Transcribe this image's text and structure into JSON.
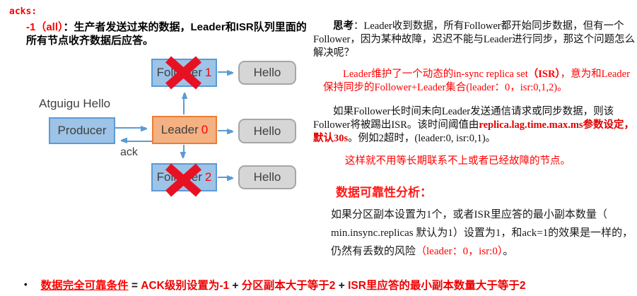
{
  "page": {
    "acks_label": "acks:",
    "heading_prefix": "-1（all）",
    "heading_body": "：生产者发送过来的数据，Leader和ISR队列里面的所有节点收齐数据后应答。"
  },
  "diagram": {
    "message_label": "Atguigu Hello",
    "ack_label": "ack",
    "producer_label": "Producer",
    "leader_label": "Leader",
    "leader_num": "0",
    "follower1_label": "Follower",
    "follower1_num": "1",
    "follower2_label": "Follower",
    "follower2_num": "2",
    "hello_top": "Hello",
    "hello_mid": "Hello",
    "hello_bottom": "Hello"
  },
  "right": {
    "p1_lead": "思考",
    "p1_body": "：Leader收到数据，所有Follower都开始同步数据，但有一个Follower，因为某种故障，迟迟不能与Leader进行同步，那这个问题怎么解决呢？",
    "p2_a": "Leader维护了一个动态的in-sync replica set",
    "p2_b": "（ISR）",
    "p2_c": "，意为和Leader保持同步的Follower+Leader集合(leader：0，isr:0,1,2)。",
    "p3_a": "如果Follower长时间未向Leader发送通信请求或同步数据，则该Follower将被踢出ISR。该时间阈值由",
    "p3_b": "replica.lag.time.max.ms参数设定，默认30s",
    "p3_c": "。例如2超时，(leader:0, isr:0,1)。",
    "p4": "这样就不用等长期联系不上或者已经故障的节点。",
    "analysis_heading": "数据可靠性分析：",
    "p5_a": "如果分区副本设置为1个，或者ISR里应答的最小副本数量（ min.insync.replicas 默认为1）设置为1，和ack=1的效果是一样的，仍然有丢数的风险",
    "p5_b": "（leader：0，isr:0）",
    "p5_c": "。"
  },
  "footer": {
    "bullet": "•",
    "cond": "数据完全可靠条件",
    "eq": " = ",
    "term1": "ACK级别设置为-1",
    "plus1": " + ",
    "term2": "分区副本大于等于2",
    "plus2": " + ",
    "term3": "ISR里应答的最小副本数量大于等于2"
  },
  "colors": {
    "accent_red": "#ff0000",
    "emphasis_red": "#e00000",
    "arrow_blue": "#5b9bd5",
    "node_blue_fill": "#9dc3e6",
    "node_blue_border": "#5b9bd5",
    "leader_fill": "#f4b183",
    "leader_border": "#ed7d31",
    "hello_fill": "#d6d6d6",
    "hello_border": "#a6a6a6",
    "failure_x_red": "#e81123",
    "text_dark": "#3f3f3f"
  }
}
